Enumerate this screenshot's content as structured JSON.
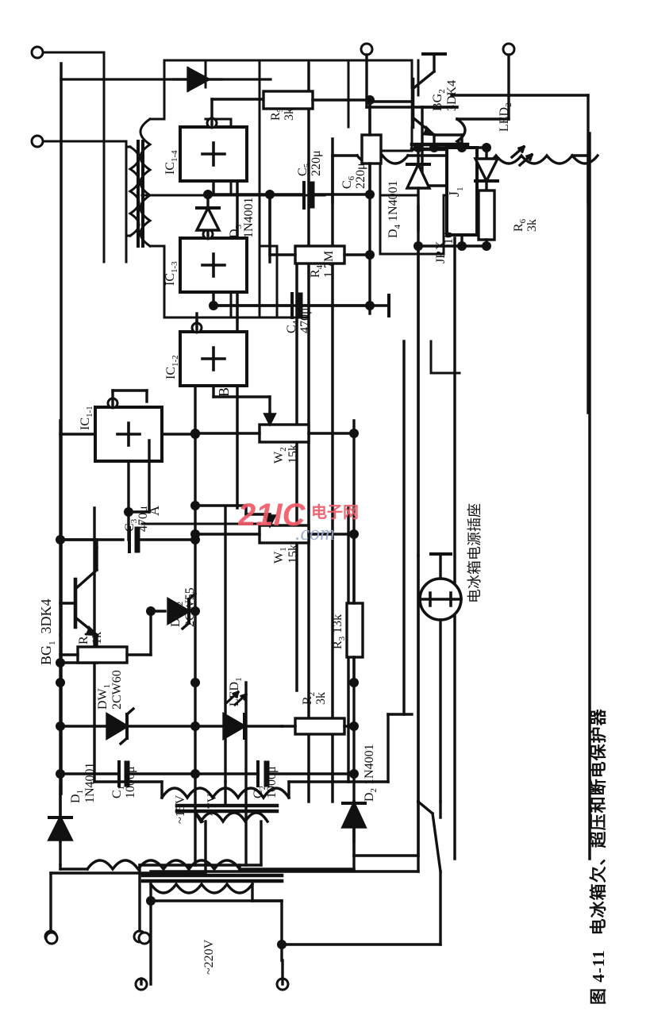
{
  "document": {
    "kind": "circuit-schematic-figure",
    "page_background": "#ffffff",
    "ink_color": "#111111"
  },
  "caption": {
    "figure_number": "图 4-11",
    "title": "电冰箱欠、超压和断电保护器",
    "full": "图 4-11  电冰箱欠、超压和断电保护器",
    "orientation": "vertical-right-edge"
  },
  "watermark": {
    "text_latin": "21IC",
    "text_cn": "电子网",
    "text_domain": ".com",
    "color_primary": "#ef5a68",
    "color_secondary": "#9aa7cf"
  },
  "annotations": {
    "socket_label": "电冰箱电源插座",
    "node_a": "A",
    "node_b": "B",
    "mains": "~220V",
    "tap_15v": "~15V",
    "tap_7v": "~7V",
    "relay_type": "JRX",
    "relay_rating": "10"
  },
  "components": [
    {
      "ref": "BG",
      "sub": "1",
      "value": "3DK4",
      "type": "transistor-npn"
    },
    {
      "ref": "BG",
      "sub": "2",
      "value": "3DK4",
      "type": "transistor-npn"
    },
    {
      "ref": "D",
      "sub": "1",
      "value": "1N4001",
      "type": "diode"
    },
    {
      "ref": "D",
      "sub": "2",
      "value": "1N4001",
      "type": "diode"
    },
    {
      "ref": "D",
      "sub": "3",
      "value": "1N4001",
      "type": "diode"
    },
    {
      "ref": "D",
      "sub": "4",
      "value": "1N4001",
      "type": "diode"
    },
    {
      "ref": "DW",
      "sub": "1",
      "value": "2CW60",
      "type": "zener-diode"
    },
    {
      "ref": "DW",
      "sub": "2",
      "value": "2CW55",
      "type": "zener-diode"
    },
    {
      "ref": "LED",
      "sub": "1",
      "value": "",
      "type": "led"
    },
    {
      "ref": "LED",
      "sub": "2",
      "value": "",
      "type": "led"
    },
    {
      "ref": "R",
      "sub": "1",
      "value": "1k",
      "type": "resistor"
    },
    {
      "ref": "R",
      "sub": "2",
      "value": "3k",
      "type": "resistor"
    },
    {
      "ref": "R",
      "sub": "3",
      "value": "13k",
      "type": "resistor"
    },
    {
      "ref": "R",
      "sub": "4",
      "value": "1.7M",
      "type": "resistor"
    },
    {
      "ref": "R",
      "sub": "5",
      "value": "3k",
      "type": "resistor"
    },
    {
      "ref": "R",
      "sub": "6",
      "value": "3k",
      "type": "resistor"
    },
    {
      "ref": "W",
      "sub": "1",
      "value": "15k",
      "type": "potentiometer"
    },
    {
      "ref": "W",
      "sub": "2",
      "value": "15k",
      "type": "potentiometer"
    },
    {
      "ref": "C",
      "sub": "1",
      "value": "1000μ",
      "type": "capacitor"
    },
    {
      "ref": "C",
      "sub": "2",
      "value": "1000μ",
      "type": "capacitor"
    },
    {
      "ref": "C",
      "sub": "3",
      "value": "470μ",
      "type": "capacitor"
    },
    {
      "ref": "C",
      "sub": "4",
      "value": "470μ",
      "type": "capacitor"
    },
    {
      "ref": "C",
      "sub": "5",
      "value": "220μ",
      "type": "capacitor"
    },
    {
      "ref": "C",
      "sub": "6",
      "value": "220μ",
      "type": "capacitor"
    },
    {
      "ref": "IC",
      "sub": "1-1",
      "value": "",
      "type": "op-amp"
    },
    {
      "ref": "IC",
      "sub": "1-2",
      "value": "",
      "type": "op-amp"
    },
    {
      "ref": "IC",
      "sub": "1-3",
      "value": "",
      "type": "op-amp"
    },
    {
      "ref": "IC",
      "sub": "1-4",
      "value": "",
      "type": "op-amp"
    },
    {
      "ref": "J",
      "sub": "1",
      "value": "",
      "type": "relay-coil"
    },
    {
      "ref": "T",
      "sub": "",
      "value": "",
      "type": "transformer"
    }
  ],
  "labels": {
    "bg1": "BG",
    "bg1_sub": "1",
    "bg1_val": "3DK4",
    "bg2": "BG",
    "bg2_sub": "2",
    "bg2_val": "3DK4",
    "d1": "D",
    "d1_sub": "1",
    "d1_val": "1N4001",
    "d2": "D",
    "d2_sub": "2",
    "d2_val": "1N4001",
    "d3": "D",
    "d3_sub": "3",
    "d3_val": "1N4001",
    "d4": "D",
    "d4_sub": "4",
    "d4_val": "1N4001",
    "dw1": "DW",
    "dw1_sub": "1",
    "dw1_val": "2CW60",
    "dw2": "DW",
    "dw2_sub": "2",
    "dw2_val": "2CW55",
    "led1": "LED",
    "led1_sub": "1",
    "led2": "LED",
    "led2_sub": "2",
    "r1": "R",
    "r1_sub": "1",
    "r1_val": "1k",
    "r2": "R",
    "r2_sub": "2",
    "r2_val": "3k",
    "r3": "R",
    "r3_sub": "3",
    "r3_val": "13k",
    "r4": "R",
    "r4_sub": "4",
    "r4_val": "1.7M",
    "r5": "R",
    "r5_sub": "5",
    "r5_val": "3k",
    "r6": "R",
    "r6_sub": "6",
    "r6_val": "3k",
    "w1": "W",
    "w1_sub": "1",
    "w1_val": "15k",
    "w2": "W",
    "w2_sub": "2",
    "w2_val": "15k",
    "c1": "C",
    "c1_sub": "1",
    "c1_val": "1000μ",
    "c2": "C",
    "c2_sub": "2",
    "c2_val": "1000μ",
    "c3": "C",
    "c3_sub": "3",
    "c3_val": "470μ",
    "c4": "C",
    "c4_sub": "4",
    "c4_val": "470μ",
    "c5": "C",
    "c5_sub": "5",
    "c5_val": "220μ",
    "c6": "C",
    "c6_sub": "6",
    "c6_val": "220μ",
    "ic11": "IC",
    "ic11_sub": "1-1",
    "ic12": "IC",
    "ic12_sub": "1-2",
    "ic13": "IC",
    "ic13_sub": "1-3",
    "ic14": "IC",
    "ic14_sub": "1-4",
    "j1": "J",
    "j1_sub": "1",
    "opamp_plus": "+"
  }
}
